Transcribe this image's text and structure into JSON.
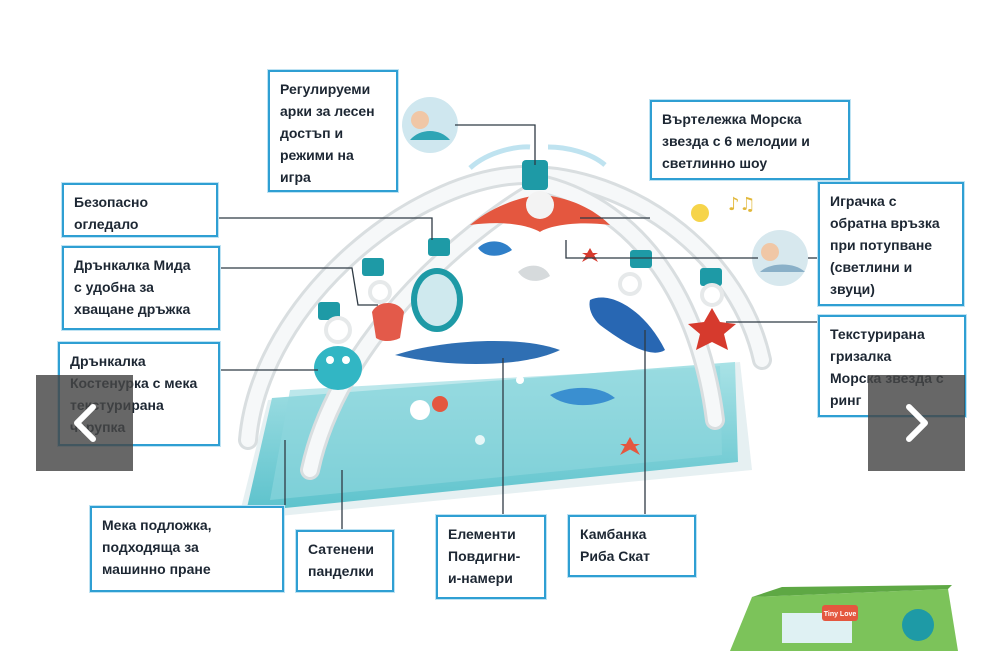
{
  "callouts": {
    "arches": "Регулируеми\nарки за лесен\nдостъп и\nрежими на\nигра",
    "mirror": "Безопасно\nогледало",
    "shell_rattle": "Дрънкалка Мида\nс удобна за\nхващане дръжка",
    "turtle_rattle": "Дрънкалка\nКостенурка с мека\nтекстурирана\nчерупка",
    "mat": "Мека подложка,\nподходяща за\nмашинно пране",
    "ribbons": "Сатенени\nпанделки",
    "peekaboo": "Елементи\nПовдигни-\nи-намери",
    "bell": "Камбанка\nРиба Скат",
    "mobile": "Въртележка Морска\nзвезда с 6 мелодии и\nсветлинно шоу",
    "feedback_toy": "Играчка с\nобратна връзка\nпри потупване\n(светлини и\nзвуци)",
    "teether": "Текстурирана\nгризалка\nМорска звезда с\nринг"
  },
  "carousel": {
    "prev_icon": "chevron-left-icon",
    "next_icon": "chevron-right-icon"
  },
  "box_brand": "Tiny Love",
  "colors": {
    "callout_border": "#2f9fd3",
    "mat_main": "#7fd0d8",
    "arch": "#f2f4f5",
    "accent_teal": "#1e9aa6",
    "coral": "#e4573f",
    "nav_bg": "#464646"
  }
}
